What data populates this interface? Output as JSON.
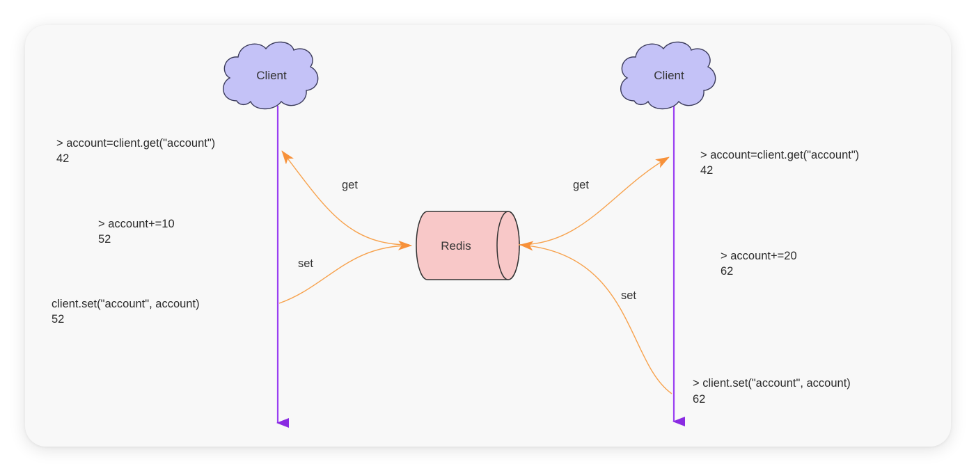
{
  "nodes": {
    "client_left": "Client",
    "client_right": "Client",
    "redis": "Redis"
  },
  "edges": {
    "left_get": "get",
    "left_set": "set",
    "right_get": "get",
    "right_set": "set"
  },
  "left_steps": {
    "get_cmd": "> account=client.get(\"account\")",
    "get_result": "42",
    "incr_cmd": "> account+=10",
    "incr_result": "52",
    "set_cmd": "client.set(\"account\", account)",
    "set_result": "52"
  },
  "right_steps": {
    "get_cmd": "> account=client.get(\"account\")",
    "get_result": "42",
    "incr_cmd": "> account+=20",
    "incr_result": "62",
    "set_cmd": "> client.set(\"account\", account)",
    "set_result": "62"
  },
  "colors": {
    "client_fill": "#c4c2f7",
    "redis_fill": "#f8c8c8",
    "timeline": "#9a3ff2",
    "arrow": "#f7a24d"
  }
}
